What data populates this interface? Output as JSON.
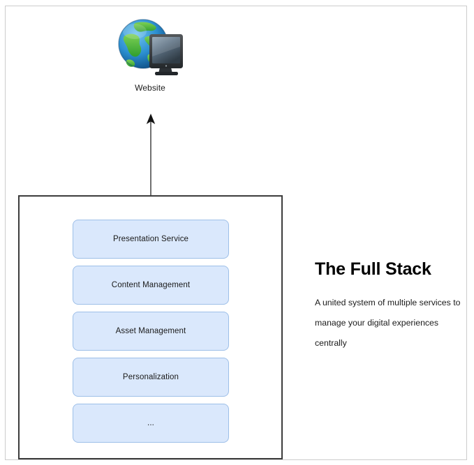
{
  "diagram": {
    "website_node": {
      "label": "Website",
      "icon": "globe-monitor-icon"
    },
    "arrow": {
      "icon": "arrow-up-icon",
      "direction": "up"
    },
    "stack": {
      "items": [
        {
          "label": "Presentation Service"
        },
        {
          "label": "Content Management"
        },
        {
          "label": "Asset Management"
        },
        {
          "label": "Personalization"
        },
        {
          "label": "..."
        }
      ]
    },
    "copy": {
      "heading": "The Full Stack",
      "body": "A united system of multiple services to manage your digital experiences centrally"
    },
    "colors": {
      "box_fill": "#dae8fc",
      "box_border": "#9dbfe8",
      "container_border": "#3c3c3c",
      "page_border": "#cccccc",
      "text": "#1a1a1a",
      "arrow": "#4d4d4d"
    }
  }
}
